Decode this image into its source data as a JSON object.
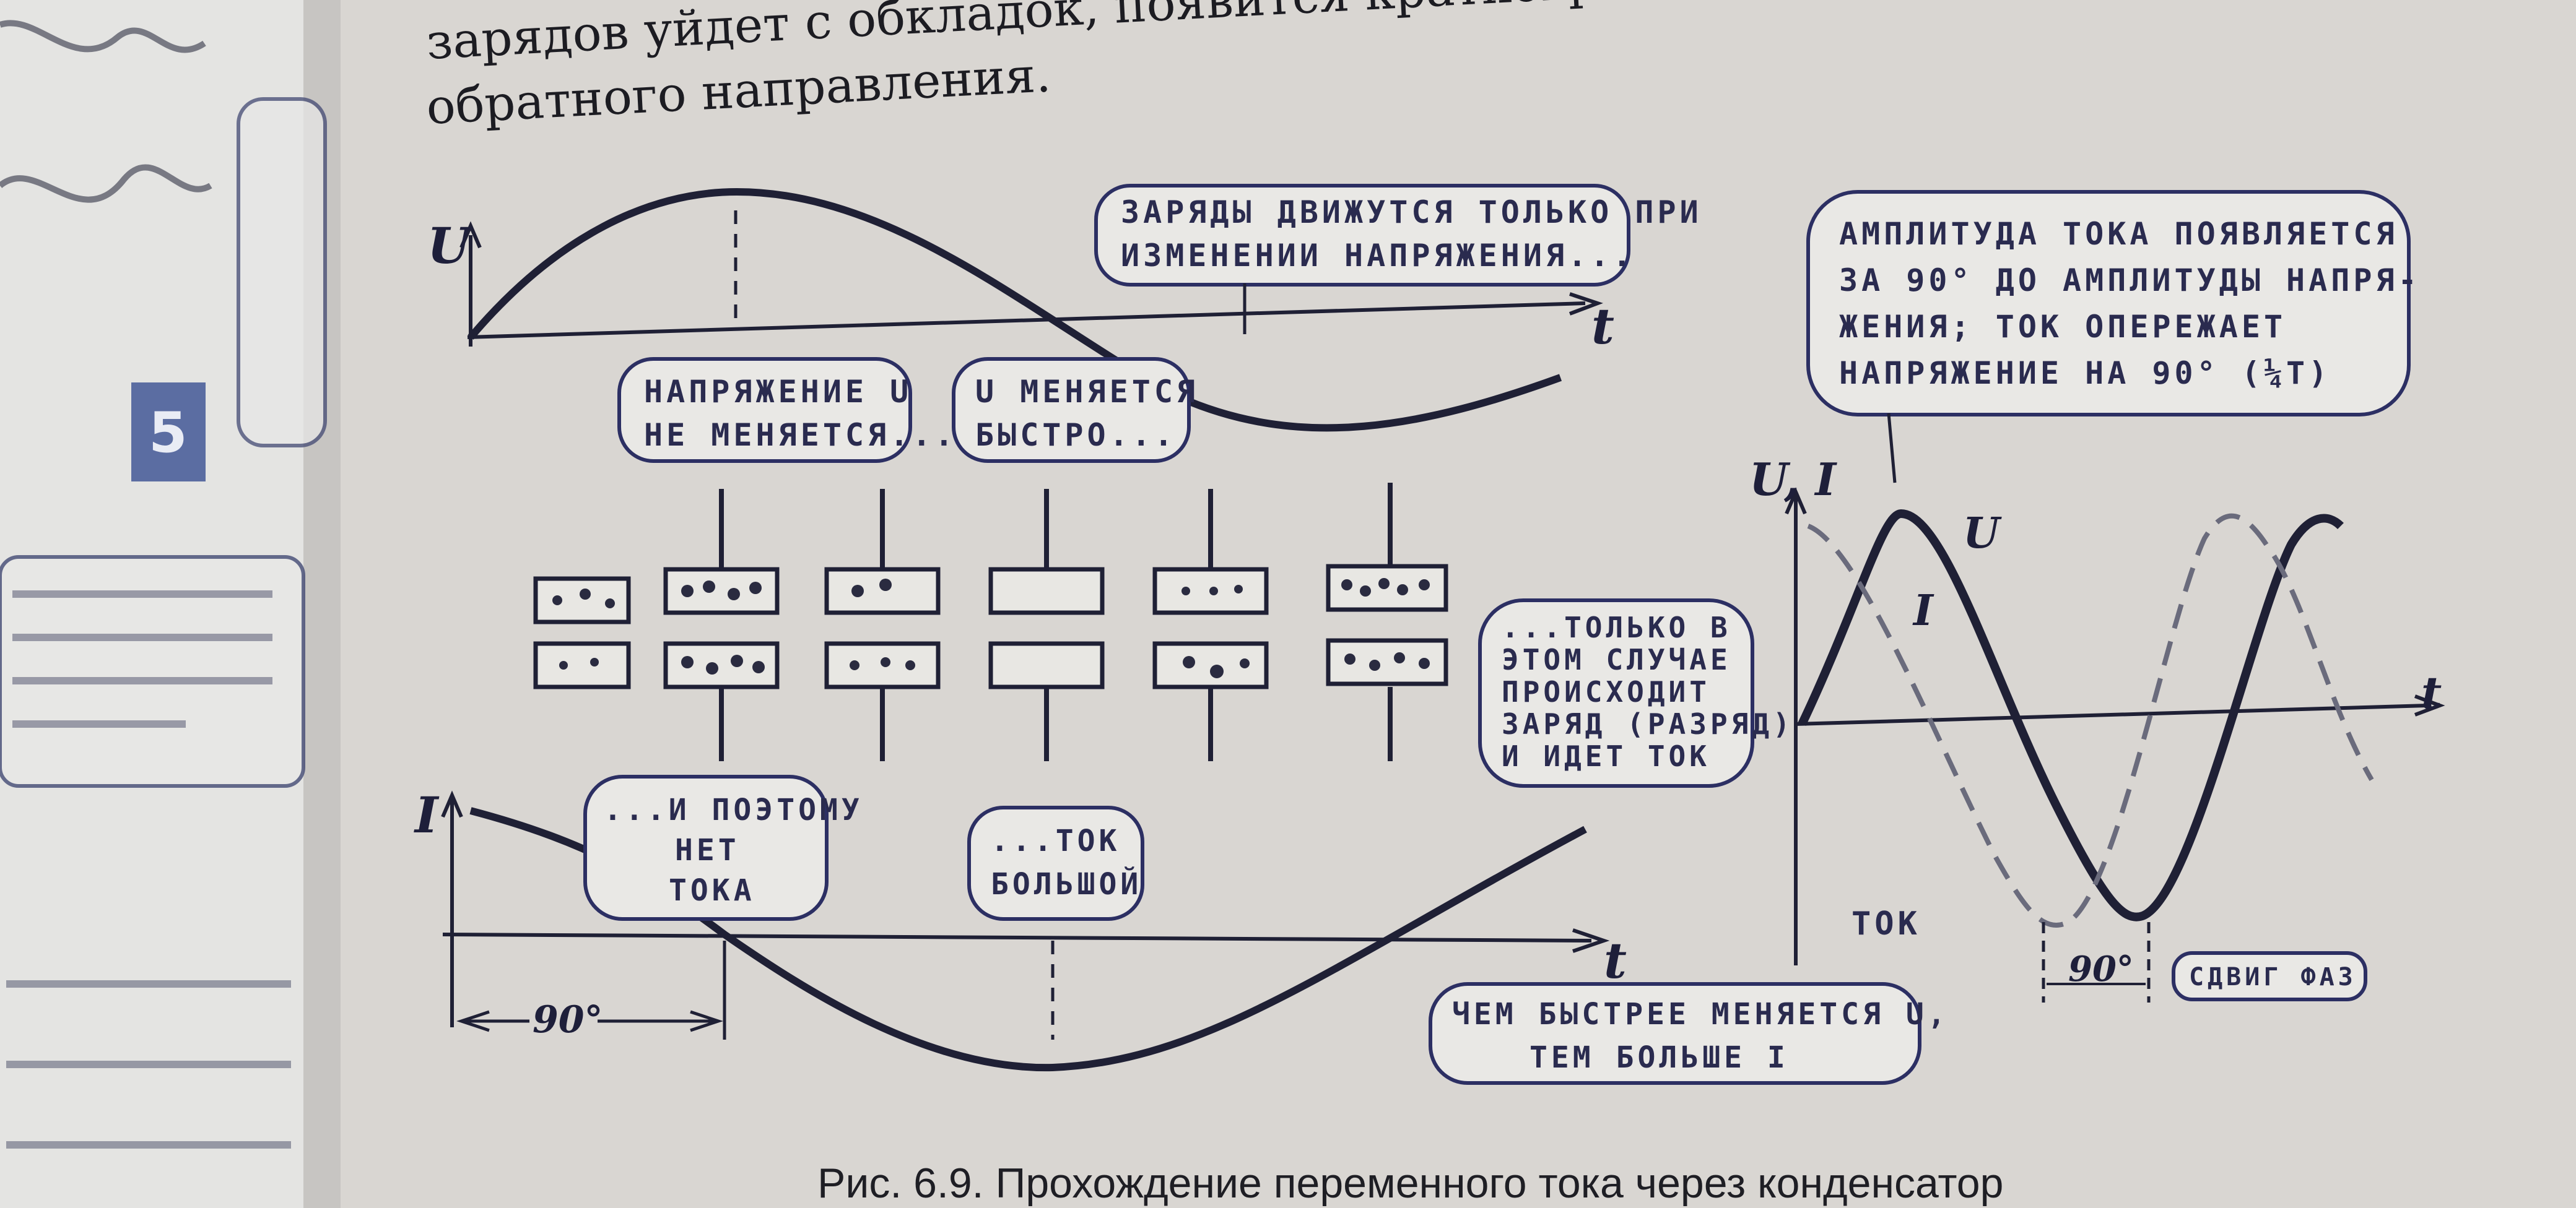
{
  "page_text": {
    "top_line_1": "зарядов уйдет с обкладок, появится кратковременный разрядный ток,",
    "top_line_2": "обратного направления."
  },
  "left_page": {
    "badge_number": "5"
  },
  "figure": {
    "caption": "Рис. 6.9. Прохождение переменного тока через конденсатор",
    "voltage_axis": "U",
    "current_axis": "I",
    "time_axis": "t",
    "angle_label": "90°",
    "bubbles": {
      "charges_move": [
        "ЗАРЯДЫ ДВИЖУТСЯ ТОЛЬКО ПРИ",
        "ИЗМЕНЕНИИ НАПРЯЖЕНИЯ..."
      ],
      "u_constant": [
        "НАПРЯЖЕНИЕ U",
        "НЕ МЕНЯЕТСЯ..."
      ],
      "u_fast": [
        "U МЕНЯЕТСЯ",
        "БЫСТРО..."
      ],
      "only_then": [
        "...ТОЛЬКО В",
        "ЭТОМ СЛУЧАЕ",
        "ПРОИСХОДИТ",
        "ЗАРЯД (РАЗРЯД)",
        "И ИДЕТ ТОК"
      ],
      "no_current": [
        "...И ПОЭТОМУ",
        "НЕТ",
        "ТОКА"
      ],
      "big_current": [
        "...ТОК",
        "БОЛЬШОЙ"
      ],
      "amplitude": [
        "АМПЛИТУДА ТОКА ПОЯВЛЯЕТСЯ",
        "ЗА 90° ДО АМПЛИТУДЫ НАПРЯ-",
        "ЖЕНИЯ; ТОК ОПЕРЕЖАЕТ",
        "НАПРЯЖЕНИЕ НА 90° (¼T)"
      ],
      "faster": [
        "ЧЕМ БЫСТРЕЕ МЕНЯЕТСЯ U,",
        "ТЕМ БОЛЬШЕ I"
      ],
      "phase_shift": "СДВИГ ФАЗ"
    },
    "right_graph": {
      "axis_label": "U, I",
      "u_label": "U",
      "i_label": "I",
      "current_word": "ТОК",
      "angle_label": "90°"
    }
  }
}
